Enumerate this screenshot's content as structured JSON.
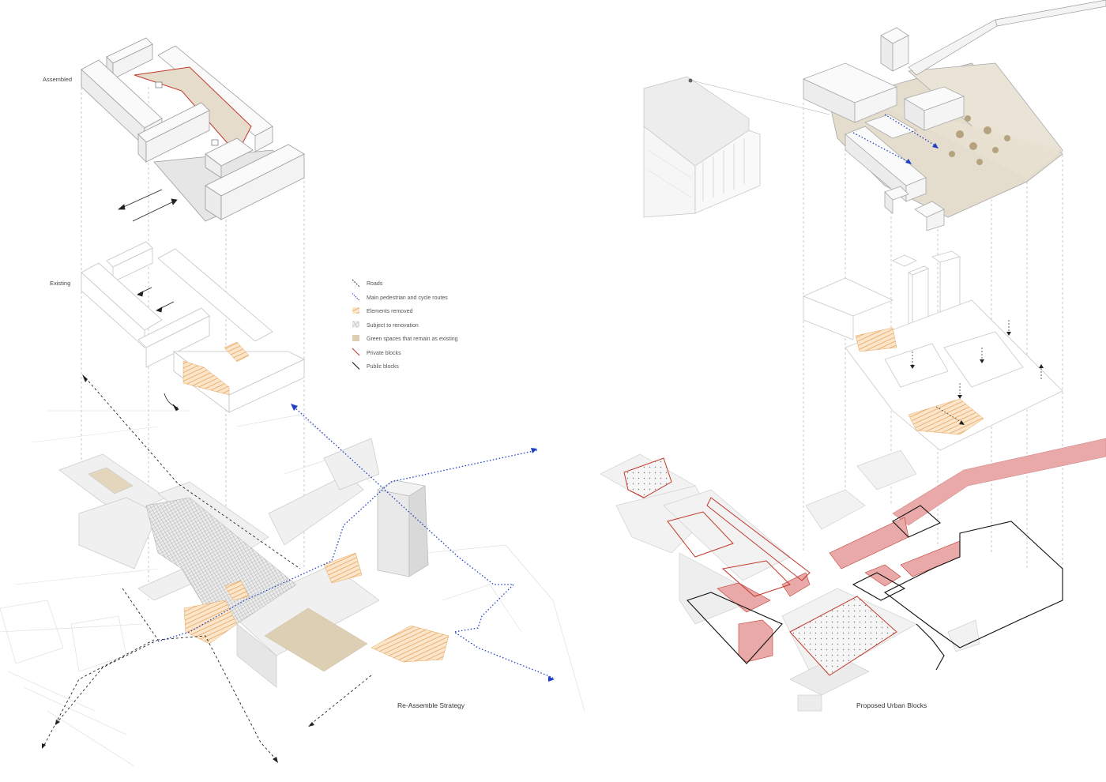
{
  "labels": {
    "assembled": "Assembled",
    "existing": "Existing",
    "caption_left": "Re-Assemble Strategy",
    "caption_right": "Proposed Urban Blocks"
  },
  "legend": [
    {
      "key": "roads",
      "label": "Roads"
    },
    {
      "key": "routes",
      "label": "Main pedestrian and cycle routes"
    },
    {
      "key": "removed",
      "label": "Elements removed"
    },
    {
      "key": "renovation",
      "label": "Subject to renovation"
    },
    {
      "key": "green",
      "label": "Green spaces that remain as existing"
    },
    {
      "key": "private",
      "label": "Private blocks"
    },
    {
      "key": "public",
      "label": "Public blocks"
    }
  ],
  "colors": {
    "roads": "#222222",
    "routes": "#1f3fc4",
    "removed": "#e8a35a",
    "renovation": "#9a9a9a",
    "green": "#dccfb4",
    "private": "#c0392b",
    "public": "#111111",
    "private_fill": "#e9a9a9",
    "block_fill": "#f1f1f1",
    "block_stroke": "#b9b9b9"
  }
}
